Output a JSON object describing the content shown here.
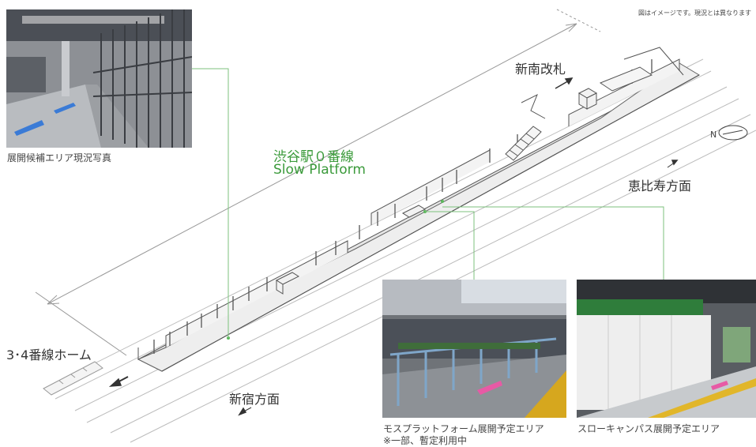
{
  "disclaimer": "図はイメージです。現況とは異なります",
  "title_line1": "渋谷駅０番線",
  "title_line2": "Slow Platform",
  "labels": {
    "new_south_gate": "新南改札",
    "ebisu": "恵比寿方面",
    "shinjuku": "新宿方面",
    "platform_34": "3･4番線ホーム",
    "north": "N"
  },
  "photos": {
    "current": {
      "caption": "展開候補エリア現況写真"
    },
    "moss": {
      "caption_line1": "モスプラットフォーム展開予定エリア",
      "caption_line2": "※一部、暫定利用中"
    },
    "slow": {
      "caption": "スローキャンパス展開予定エリア"
    }
  },
  "colors": {
    "accent_green": "#3a9a3a",
    "line_gray": "#777777"
  }
}
